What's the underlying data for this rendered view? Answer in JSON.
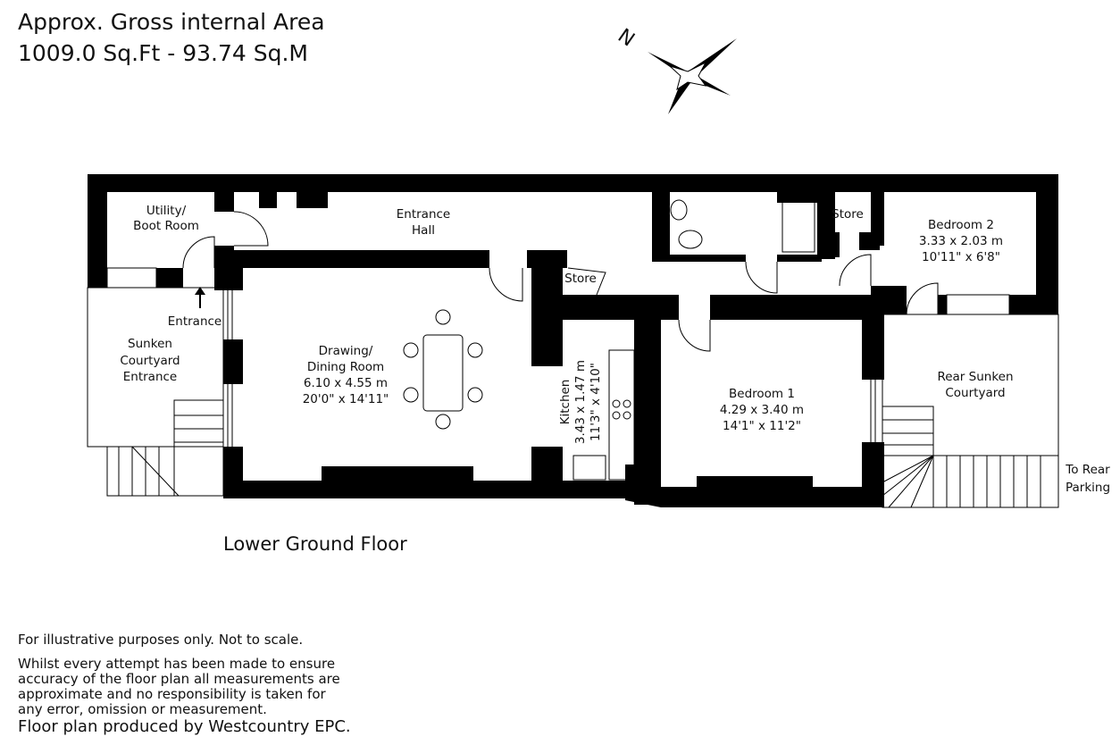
{
  "header": {
    "line1": "Approx. Gross internal Area",
    "line2": "1009.0 Sq.Ft - 93.74 Sq.M"
  },
  "compass": {
    "label": "N"
  },
  "rooms": {
    "utility": [
      "Utility/",
      "Boot Room"
    ],
    "hall": [
      "Entrance",
      "Hall"
    ],
    "entrance": "Entrance",
    "front_courtyard": [
      "Sunken",
      "Courtyard",
      "Entrance"
    ],
    "drawing": [
      "Drawing/",
      "Dining Room",
      "6.10 x 4.55 m",
      "20'0\" x 14'11\""
    ],
    "store1": "Store",
    "store2": "Store",
    "kitchen": [
      "Kitchen",
      "3.43 x 1.47 m",
      "11'3\" x 4'10\""
    ],
    "bedroom1": [
      "Bedroom 1",
      "4.29 x 3.40 m",
      "14'1\" x 11'2\""
    ],
    "bedroom2": [
      "Bedroom 2",
      "3.33 x 2.03 m",
      "10'11\" x 6'8\""
    ],
    "rear_courtyard": [
      "Rear Sunken",
      "Courtyard"
    ],
    "rear_parking": [
      "To Rear",
      "Parking"
    ]
  },
  "floor_name": "Lower Ground Floor",
  "disclaimer": {
    "line1": "For illustrative purposes only. Not to scale.",
    "body": [
      "Whilst every attempt has been made to ensure",
      "accuracy of the floor plan all measurements are",
      "approximate and no responsibility is taken for",
      "any error, omission or measurement."
    ],
    "credit": "Floor plan produced by Westcountry EPC."
  }
}
